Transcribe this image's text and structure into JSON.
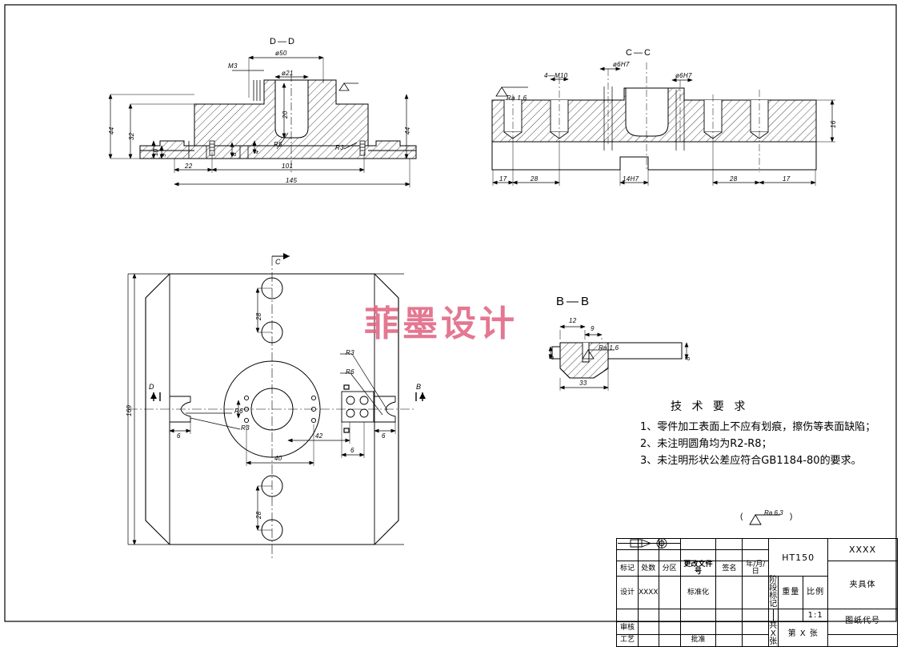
{
  "drawing": {
    "watermark": "菲墨设计",
    "general_roughness": "Ra 6.3",
    "views": {
      "dd": {
        "title": "D—D"
      },
      "cc": {
        "title": "C—C"
      },
      "bb": {
        "title": "B—B"
      },
      "plan": {
        "section_marks": [
          "C",
          "D",
          "B"
        ]
      }
    }
  },
  "dimensions": {
    "dd": {
      "d50": "ø50",
      "d21": "ø21",
      "m3": "M3",
      "h44_left": "44",
      "h44_right": "44",
      "h32": "32",
      "h20": "20",
      "h10": "10",
      "h9": "9",
      "h8": "8",
      "h4": "4",
      "w22": "22",
      "w101": "101",
      "w145": "145",
      "r5": "R5",
      "r3": "R3"
    },
    "cc": {
      "m10": "4—M10",
      "d6h7_a": "ø6H7",
      "d6h7_b": "ø6H7",
      "ra16": "Ra 1.6",
      "h16": "16",
      "w17_l": "17",
      "w28_l": "28",
      "slot": "14H7",
      "w28_r": "28",
      "w17_r": "17"
    },
    "bb": {
      "w12": "12",
      "w9": "9",
      "w33": "33",
      "ra16": "Ra 1.6",
      "h8": "8",
      "h8r": "8"
    },
    "plan": {
      "h169": "169",
      "d40": "40",
      "d42": "42",
      "p28_top": "28",
      "p28_bot": "28",
      "r6_l": "R6",
      "r3_l": "R3",
      "r3_r": "R3",
      "r6_r": "R6",
      "w6_l": "6",
      "w6_r": "6",
      "w6_c": "6"
    }
  },
  "technical_requirements": {
    "heading": "技 术 要 求",
    "items": [
      "1、零件加工表面上不应有划痕，擦伤等表面缺陷；",
      "2、未注明圆角均为R2-R8；",
      "3、未注明形状公差应符合GB1184-80的要求。"
    ]
  },
  "title_block": {
    "row_labels": {
      "mark": "标记",
      "count": "处数",
      "zone": "分区",
      "doc_no": "更改文件号",
      "sign": "签名",
      "date": "年/月/日",
      "design": "设计",
      "designer": "XXXX",
      "standardize": "标准化",
      "review": "审核",
      "process": "工艺",
      "approve": "批准"
    },
    "material": "HT150",
    "stage_mark": "阶段标记",
    "weight": "重量",
    "scale_label": "比例",
    "scale_value": "1:1",
    "sheets_total": "共  X  张",
    "sheet_no": "第  X  张",
    "company": "XXXX",
    "part_name": "夹具体",
    "drawing_code": "图纸代号"
  }
}
